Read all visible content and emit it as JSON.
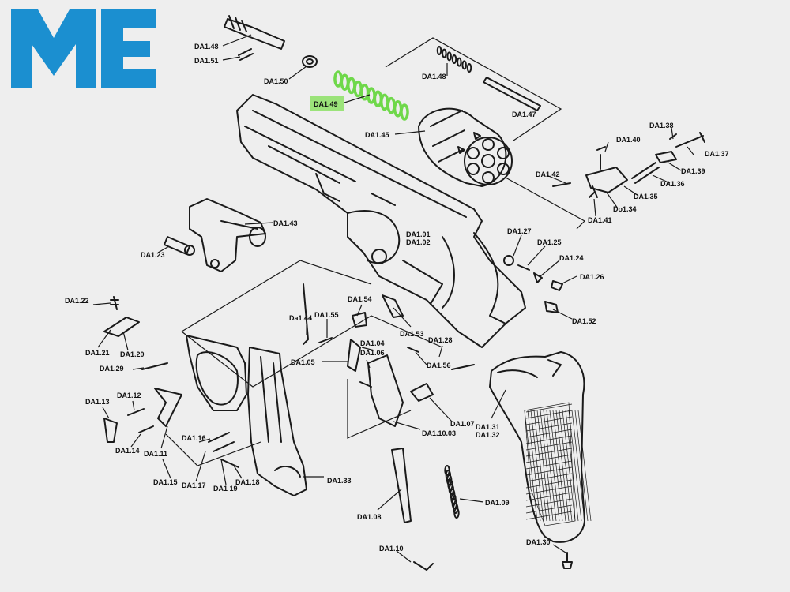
{
  "logo": {
    "text": "ME",
    "color": "#1b8fd0"
  },
  "colors": {
    "background": "#eeeeee",
    "ink": "#1a1a1a",
    "highlight": "#9be37a",
    "highlight_spring": "#6fd84a"
  },
  "highlighted_part": "DA1.49",
  "labels": {
    "p148a": "DA1.48",
    "p151": "DA1.51",
    "p150": "DA1.50",
    "p149": "DA1.49",
    "p148b": "DA1.48",
    "p147": "DA1.47",
    "p145": "DA1.45",
    "p142": "DA1.42",
    "p140": "DA1.40",
    "p138": "DA1.38",
    "p137": "DA1.37",
    "p139": "DA1.39",
    "p136": "DA1.36",
    "p135": "DA1.35",
    "p134": "Do1.34",
    "p141": "DA1.41",
    "p143": "DA1.43",
    "p123": "DA1.23",
    "p101": "DA1.01",
    "p102": "DA1.02",
    "p127": "DA1.27",
    "p125": "DA1.25",
    "p124": "DA1.24",
    "p126": "DA1.26",
    "p152": "DA1.52",
    "p122": "DA1.22",
    "p121": "DA1.21",
    "p120": "DA1.20",
    "p129": "DA1.29",
    "p144": "Da1.44",
    "p155": "DA1.55",
    "p154": "DA1.54",
    "p153": "DA1.53",
    "p128": "DA1.28",
    "p104": "DA1.04",
    "p106": "DA1.06",
    "p105": "DA1.05",
    "p156": "DA1.56",
    "p112": "DA1.12",
    "p113": "DA1.13",
    "p114": "DA1.14",
    "p111": "DA1.11",
    "p115": "DA1.15",
    "p116": "DA1.16",
    "p117": "DA1.17",
    "p119": "DA1 19",
    "p118": "DA1.18",
    "p133": "DA1.33",
    "p107": "DA1.07",
    "p1003": "DA1.10.03",
    "p131": "DA1.31",
    "p132": "DA1.32",
    "p108": "DA1.08",
    "p109": "DA1.09",
    "p110": "DA1.10",
    "p130": "DA1.30"
  }
}
